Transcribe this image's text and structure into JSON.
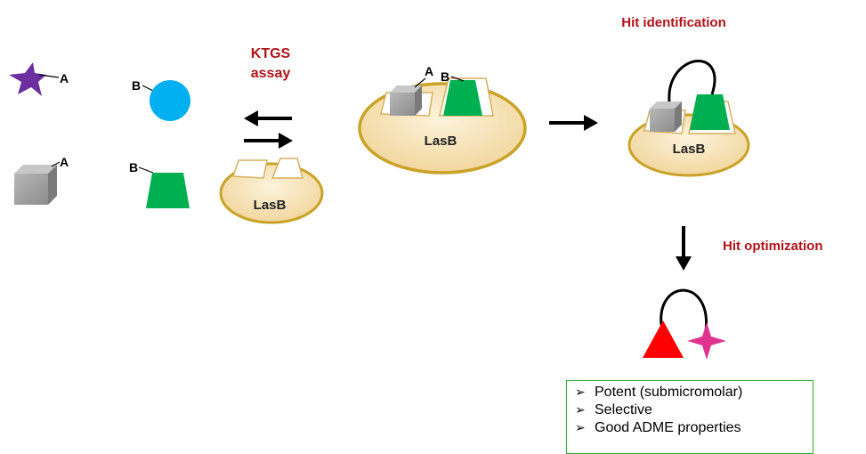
{
  "labels": {
    "fragment_a": "A",
    "fragment_b": "B",
    "assay_line1": "KTGS",
    "assay_line2": "assay",
    "enzyme": "LasB",
    "hit_identification": "Hit identification",
    "hit_optimization": "Hit optimization"
  },
  "properties": [
    "Potent (submicromolar)",
    "Selective",
    "Good ADME properties"
  ],
  "colors": {
    "title_red": "#b0131a",
    "star_purple": "#6b2fa0",
    "circle_blue": "#00b0f0",
    "trapezoid_green": "#00b050",
    "cube_gray": "#a6a6a6",
    "enzyme_fill": "#f5deb0",
    "enzyme_border": "#c9a227",
    "triangle_red": "#ff0000",
    "star_magenta": "#e0348f",
    "box_border": "#2eab2e"
  },
  "icons": [
    "star-icon",
    "circle-icon",
    "cube-icon",
    "trapezoid-icon",
    "equilibrium-arrows-icon",
    "right-arrow-icon",
    "down-arrow-icon",
    "triangle-icon",
    "four-point-star-icon"
  ]
}
